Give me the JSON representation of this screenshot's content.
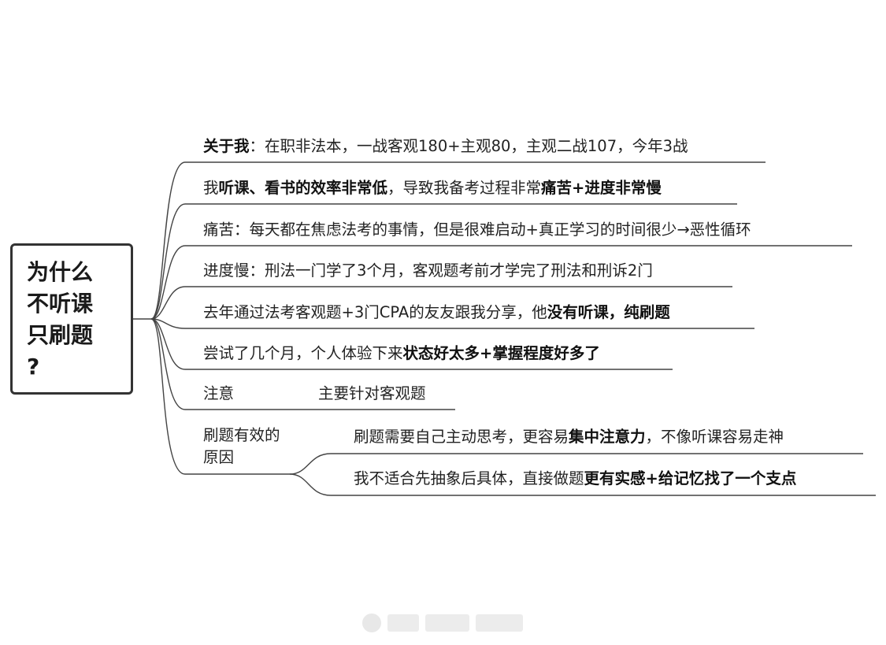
{
  "root": {
    "lines": [
      "为什么",
      "不听课",
      "只刷题",
      "?"
    ]
  },
  "branches": [
    {
      "id": "about",
      "segments": [
        {
          "text": "关于我",
          "bold": true
        },
        {
          "text": "：在职非法本，一战客观180+主观80，主观二战107，今年3战",
          "bold": false
        }
      ]
    },
    {
      "id": "efficiency",
      "segments": [
        {
          "text": "我",
          "bold": false
        },
        {
          "text": "听课、看书的效率非常低",
          "bold": true
        },
        {
          "text": "，导致我备考过程非常",
          "bold": false
        },
        {
          "text": "痛苦+进度非常慢",
          "bold": true
        }
      ]
    },
    {
      "id": "pain",
      "segments": [
        {
          "text": "痛苦：每天都在焦虑法考的事情，但是很难启动+真正学习的时间很少→恶性循环",
          "bold": false
        }
      ]
    },
    {
      "id": "slow",
      "segments": [
        {
          "text": "进度慢：刑法一门学了3个月，客观题考前才学完了刑法和刑诉2门",
          "bold": false
        }
      ]
    },
    {
      "id": "friend",
      "segments": [
        {
          "text": "去年通过法考客观题+3门CPA的友友跟我分享，他",
          "bold": false
        },
        {
          "text": "没有听课，纯刷题",
          "bold": true
        }
      ]
    },
    {
      "id": "trial",
      "segments": [
        {
          "text": "尝试了几个月，个人体验下来",
          "bold": false
        },
        {
          "text": "状态好太多+掌握程度好多了",
          "bold": true
        }
      ]
    },
    {
      "id": "note",
      "label": "注意",
      "child": "主要针对客观题"
    },
    {
      "id": "reasons",
      "label": "刷题有效的原因",
      "children": [
        {
          "segments": [
            {
              "text": "刷题需要自己主动思考，更容易",
              "bold": false
            },
            {
              "text": "集中注意力",
              "bold": true
            },
            {
              "text": "，不像听课容易走神",
              "bold": false
            }
          ]
        },
        {
          "segments": [
            {
              "text": "我不适合先抽象后具体，直接做题",
              "bold": false
            },
            {
              "text": "更有实感+给记忆找了一个支点",
              "bold": true
            }
          ]
        }
      ]
    }
  ],
  "colors": {
    "line": "#444444",
    "text": "#222222",
    "border": "#333333"
  }
}
